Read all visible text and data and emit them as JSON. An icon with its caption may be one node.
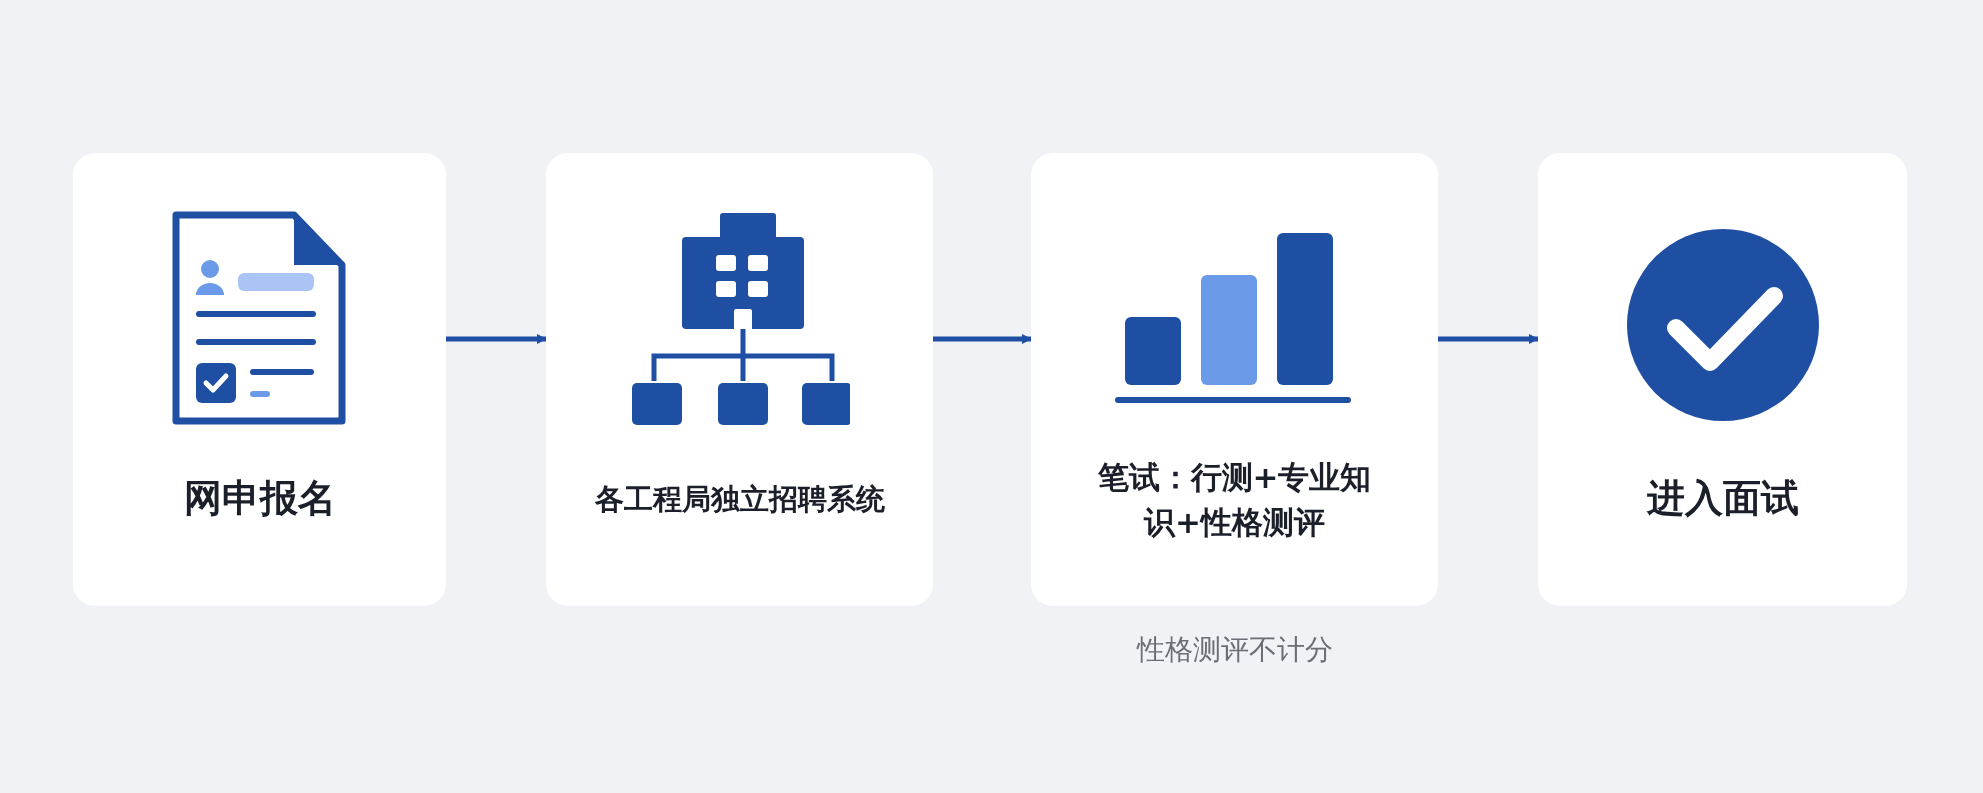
{
  "diagram": {
    "nodes": [
      {
        "text": [
          "网申报名"
        ]
      },
      {
        "text": [
          "各工程局独立招聘系统"
        ]
      },
      {
        "text": [
          "笔试：行测+专业知识+性格测评"
        ],
        "beside": [
          "性格测评不计分"
        ]
      },
      {
        "text": [
          "进入面试"
        ]
      }
    ],
    "edges": [
      {
        "from": 0,
        "to": 1,
        "arrow": "to"
      },
      {
        "from": 1,
        "to": 2,
        "arrow": "to"
      },
      {
        "from": 2,
        "to": 3,
        "arrow": "to"
      }
    ]
  }
}
